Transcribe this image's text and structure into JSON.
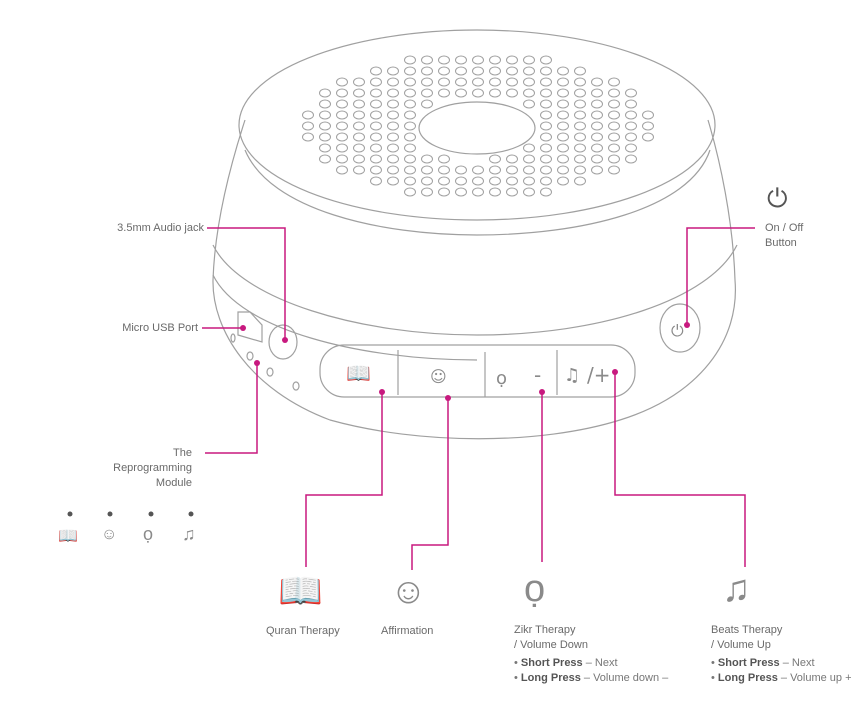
{
  "colors": {
    "accent": "#c8197f",
    "outline": "#9a9a9a",
    "icon": "#8a8a8a"
  },
  "labels": {
    "audio_jack": "3.5mm Audio jack",
    "micro_usb": "Micro USB Port",
    "reprogramming_l1": "The",
    "reprogramming_l2": "Reprogramming",
    "reprogramming_l3": "Module",
    "power_l1": "On / Off",
    "power_l2": "Button"
  },
  "buttons_on_device": {
    "minus": "-",
    "plus": "/+"
  },
  "features": [
    {
      "icon": "quran-book-icon",
      "title": "Quran Therapy"
    },
    {
      "icon": "brain-head-icon",
      "title": "Affirmation"
    },
    {
      "icon": "prayer-beads-icon",
      "title_l1": "Zikr Therapy",
      "title_l2": "/ Volume Down",
      "bullets": [
        {
          "bold": "Short Press",
          "sep": " – ",
          "text": "Next"
        },
        {
          "bold": "Long Press",
          "sep": " – ",
          "text": "Volume down –"
        }
      ]
    },
    {
      "icon": "music-note-icon",
      "title_l1": "Beats Therapy",
      "title_l2": "/ Volume Up",
      "bullets": [
        {
          "bold": "Short Press",
          "sep": " – ",
          "text": "Next"
        },
        {
          "bold": "Long Press",
          "sep": " – ",
          "text": "Volume up +"
        }
      ]
    }
  ],
  "bullet_char": "•"
}
